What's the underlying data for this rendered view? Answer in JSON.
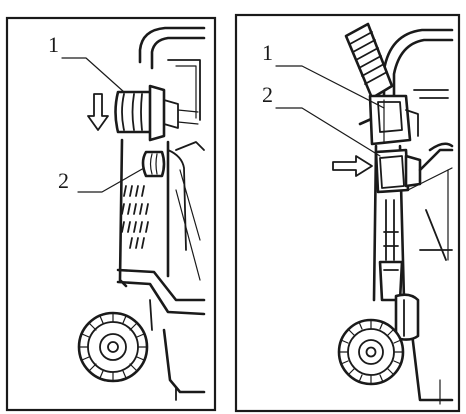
{
  "panels": [
    {
      "callouts": [
        {
          "label": "1"
        },
        {
          "label": "2"
        }
      ]
    },
    {
      "callouts": [
        {
          "label": "1"
        },
        {
          "label": "2"
        }
      ]
    }
  ],
  "colors": {
    "ink": "#1a1a1a",
    "paper": "#ffffff"
  },
  "icons": {
    "left_arrow": "arrow-down-icon",
    "right_arrow": "arrow-right-icon"
  }
}
